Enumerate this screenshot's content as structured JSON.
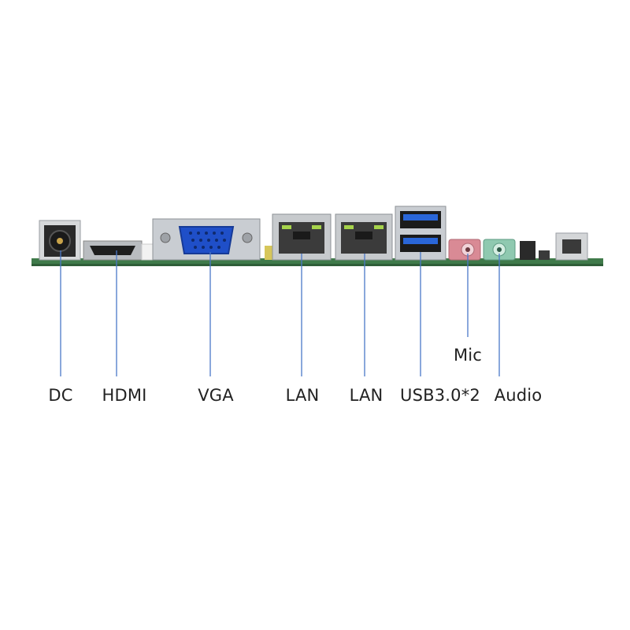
{
  "labels": {
    "dc": "DC",
    "hdmi": "HDMI",
    "vga": "VGA",
    "lan1": "LAN",
    "lan2": "LAN",
    "usb": "USB3.0*2",
    "mic": "Mic",
    "audio": "Audio"
  },
  "colors": {
    "pcb": "#3f7a4a",
    "leader_line": "#4a78c8",
    "vga_blue": "#1f4fc8",
    "usb_blue": "#2a66d8",
    "mic_pink": "#d98a95",
    "audio_green": "#8fc9b0",
    "metal": "#c9cdd2"
  }
}
